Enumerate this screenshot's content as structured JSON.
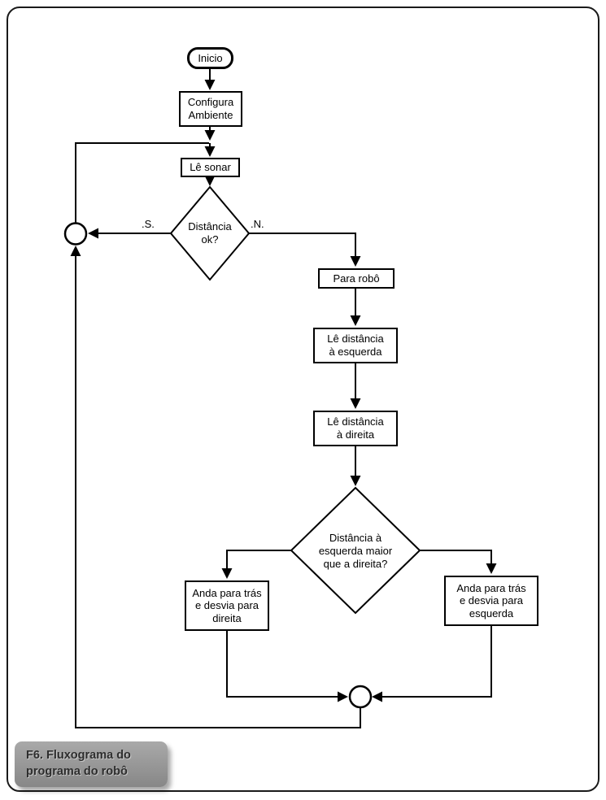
{
  "colors": {
    "line": "#000000",
    "node_fill": "#ffffff",
    "caption_bg": "#909090"
  },
  "caption": {
    "text": "F6. Fluxograma do\nprograma do robô"
  },
  "flowchart": {
    "nodes": {
      "start": "Inicio",
      "configure": "Configura\nAmbiente",
      "read_sonar": "Lê sonar",
      "decision_distance": "Distância\nok?",
      "branch_yes": ".S.",
      "branch_no": ".N.",
      "stop_robot": "Para robô",
      "read_left": "Lê distância\nà esquerda",
      "read_right": "Lê distância\nà direita",
      "decision_compare": "Distância à\nesquerda maior\nque a direita?",
      "back_turn_right": "Anda para trás\ne desvia para\ndireita",
      "back_turn_left": "Anda para trás\ne desvia para\nesquerda"
    }
  }
}
